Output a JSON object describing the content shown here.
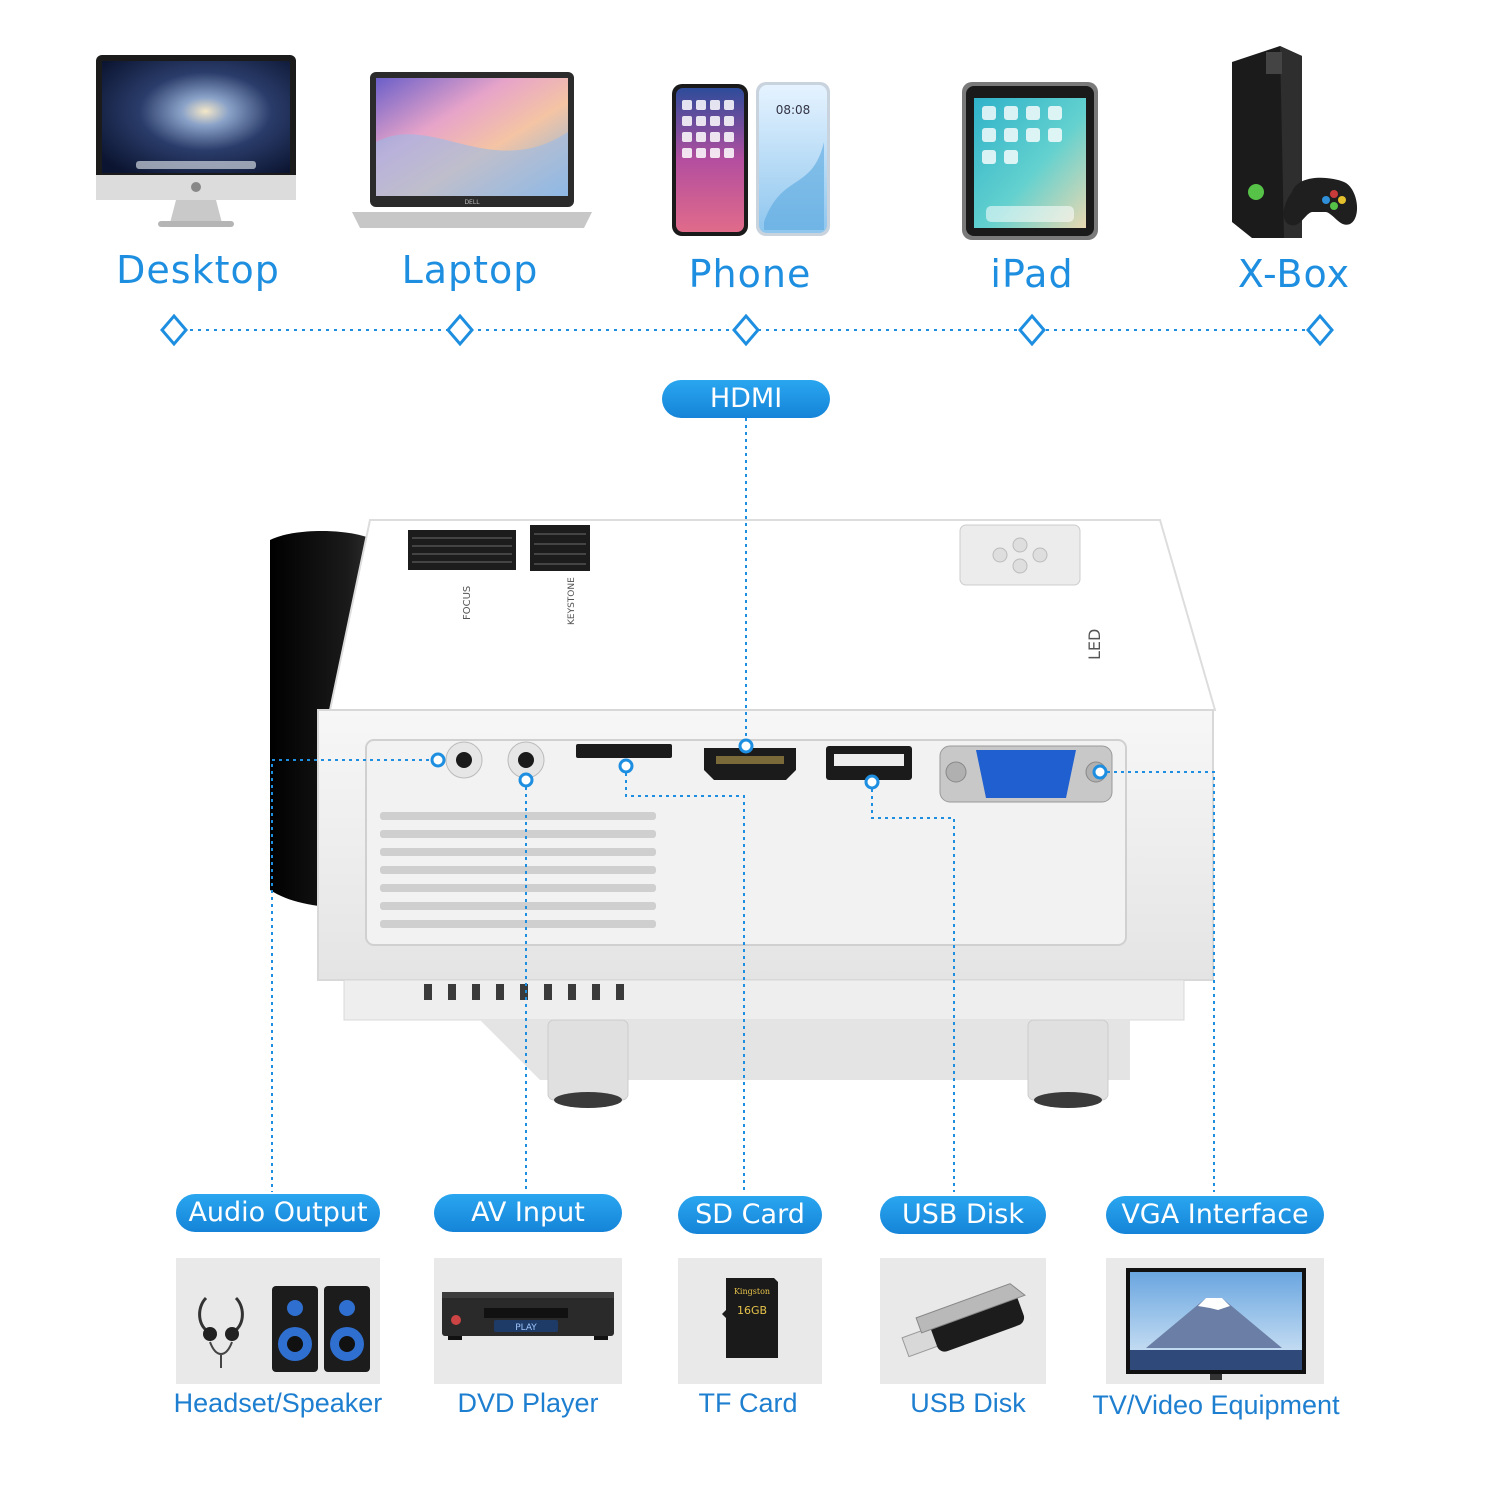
{
  "devices": [
    {
      "label": "Desktop",
      "icon": "desktop-icon"
    },
    {
      "label": "Laptop",
      "icon": "laptop-icon"
    },
    {
      "label": "Phone",
      "icon": "phone-icon"
    },
    {
      "label": "iPad",
      "icon": "tablet-icon"
    },
    {
      "label": "X-Box",
      "icon": "game-console-icon"
    }
  ],
  "device_screens": {
    "phone_time": "08:08",
    "laptop_brand": "DELL"
  },
  "hdmi_label": "HDMI",
  "projector": {
    "brand": "LED",
    "focus_label": "FOCUS",
    "keystone_label": "KEYSTONE"
  },
  "ports": [
    {
      "label": "Audio Output",
      "device": "Headset/Speaker",
      "icon": "speaker-icon"
    },
    {
      "label": "AV Input",
      "device": "DVD Player",
      "icon": "dvd-player-icon"
    },
    {
      "label": "SD Card",
      "device": "TF Card",
      "icon": "sd-card-icon"
    },
    {
      "label": "USB Disk",
      "device": "USB Disk",
      "icon": "usb-drive-icon"
    },
    {
      "label": "VGA Interface",
      "device": "TV/Video Equipment",
      "icon": "tv-icon"
    }
  ],
  "dvd_button_text": "PLAY",
  "sd_card_text": {
    "brand": "Kingston",
    "capacity": "16GB"
  },
  "colors": {
    "accent": "#1e8fe0",
    "pill": "#1584d8",
    "dotted_line": "#1e8fe0"
  }
}
